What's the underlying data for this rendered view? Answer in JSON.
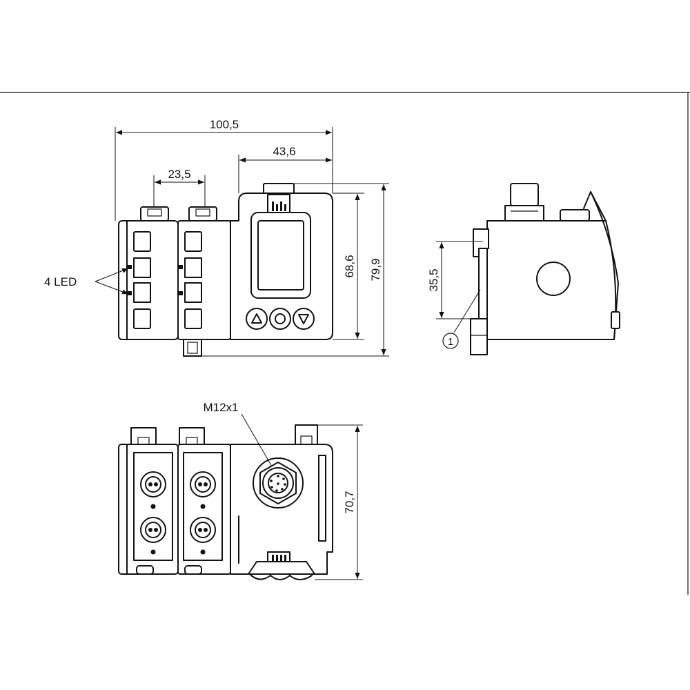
{
  "dimensions": {
    "overall_width": "100,5",
    "display_module_width": "43,6",
    "io_module_width": "23,5",
    "body_height": "68,6",
    "total_height": "79,9",
    "rail_offset": "35,5",
    "depth": "70,7"
  },
  "labels": {
    "led": "4 LED",
    "connector": "M12x1",
    "callout": "1"
  },
  "colors": {
    "line": "#111111",
    "background": "#ffffff"
  }
}
